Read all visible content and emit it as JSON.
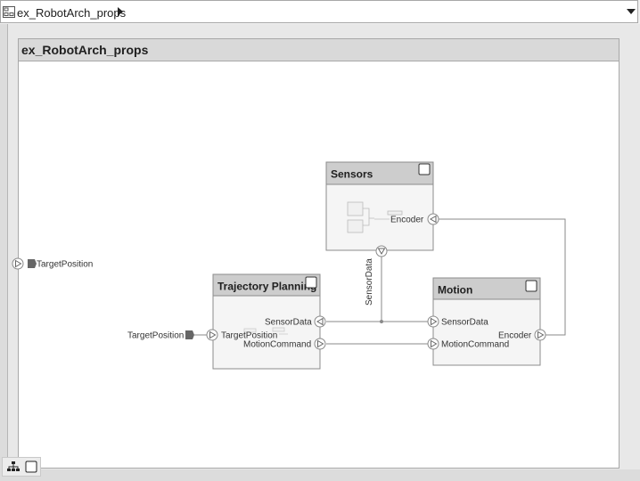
{
  "toolbar": {
    "breadcrumb": "ex_RobotArch_props",
    "model_icon": "model-icon",
    "dropdown_icon": "chevron-down-icon"
  },
  "canvas": {
    "title": "ex_RobotArch_props"
  },
  "root_port": {
    "label": "TargetPosition"
  },
  "components": {
    "sensors": {
      "name": "Sensors",
      "ports": {
        "encoder": "Encoder"
      }
    },
    "trajectory": {
      "name": "Trajectory Planning",
      "ports": {
        "sensor_data": "SensorData",
        "target_position": "TargetPosition",
        "motion_command": "MotionCommand"
      }
    },
    "motion": {
      "name": "Motion",
      "ports": {
        "sensor_data": "SensorData",
        "motion_command": "MotionCommand",
        "encoder": "Encoder"
      }
    }
  },
  "connectors": {
    "sensor_data_label": "SensorData",
    "inport_label": "TargetPosition"
  },
  "bottom_tools": {
    "hierarchy_icon": "hierarchy-icon",
    "fit_icon": "fit-view-icon"
  },
  "colors": {
    "block_header": "#cdcdcd",
    "block_body": "#f5f5f5",
    "block_border": "#8c8c8c",
    "wire": "#8a8a8a"
  }
}
